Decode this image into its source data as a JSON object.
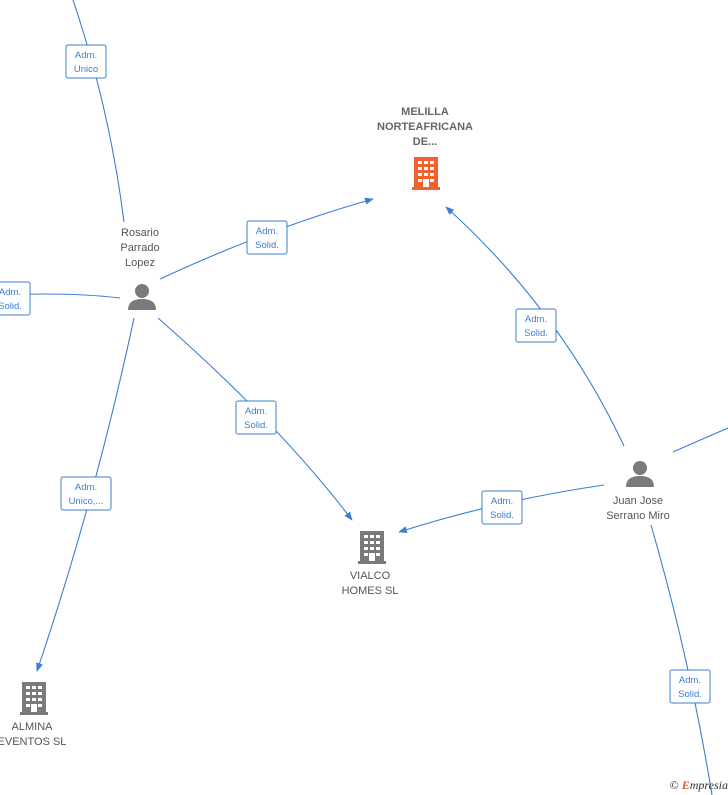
{
  "nodes": {
    "melilla": {
      "label": "MELILLA\nNORTEAFRICANA\nDE...",
      "kind": "company",
      "highlight": true
    },
    "vialco": {
      "label": "VIALCO\nHOMES  SL",
      "kind": "company"
    },
    "almina": {
      "label": "ALMINA\nEVENTOS  SL",
      "kind": "company"
    },
    "rosario": {
      "label": "Rosario\nParrado\nLopez",
      "kind": "person"
    },
    "juan": {
      "label": "Juan Jose\nSerrano Miro",
      "kind": "person"
    }
  },
  "edge_labels": {
    "top_left": [
      "Adm.",
      "Unico"
    ],
    "rosario_melilla": [
      "Adm.",
      "Solid."
    ],
    "left": [
      "Adm.",
      "Solid."
    ],
    "rosario_vialco": [
      "Adm.",
      "Solid."
    ],
    "rosario_almina": [
      "Adm.",
      "Unico,..."
    ],
    "juan_melilla": [
      "Adm.",
      "Solid."
    ],
    "juan_vialco": [
      "Adm.",
      "Solid."
    ],
    "juan_bottom": [
      "Adm.",
      "Solid."
    ]
  },
  "colors": {
    "edge": "#3a7fd0",
    "company": "#7a7a7a",
    "company_highlight": "#f0612d",
    "person": "#7a7a7a"
  },
  "icons": {
    "company": "building-icon",
    "person": "person-icon"
  },
  "credit": {
    "symbol": "©",
    "brand_initial": "E",
    "brand_rest": "mpresia"
  }
}
